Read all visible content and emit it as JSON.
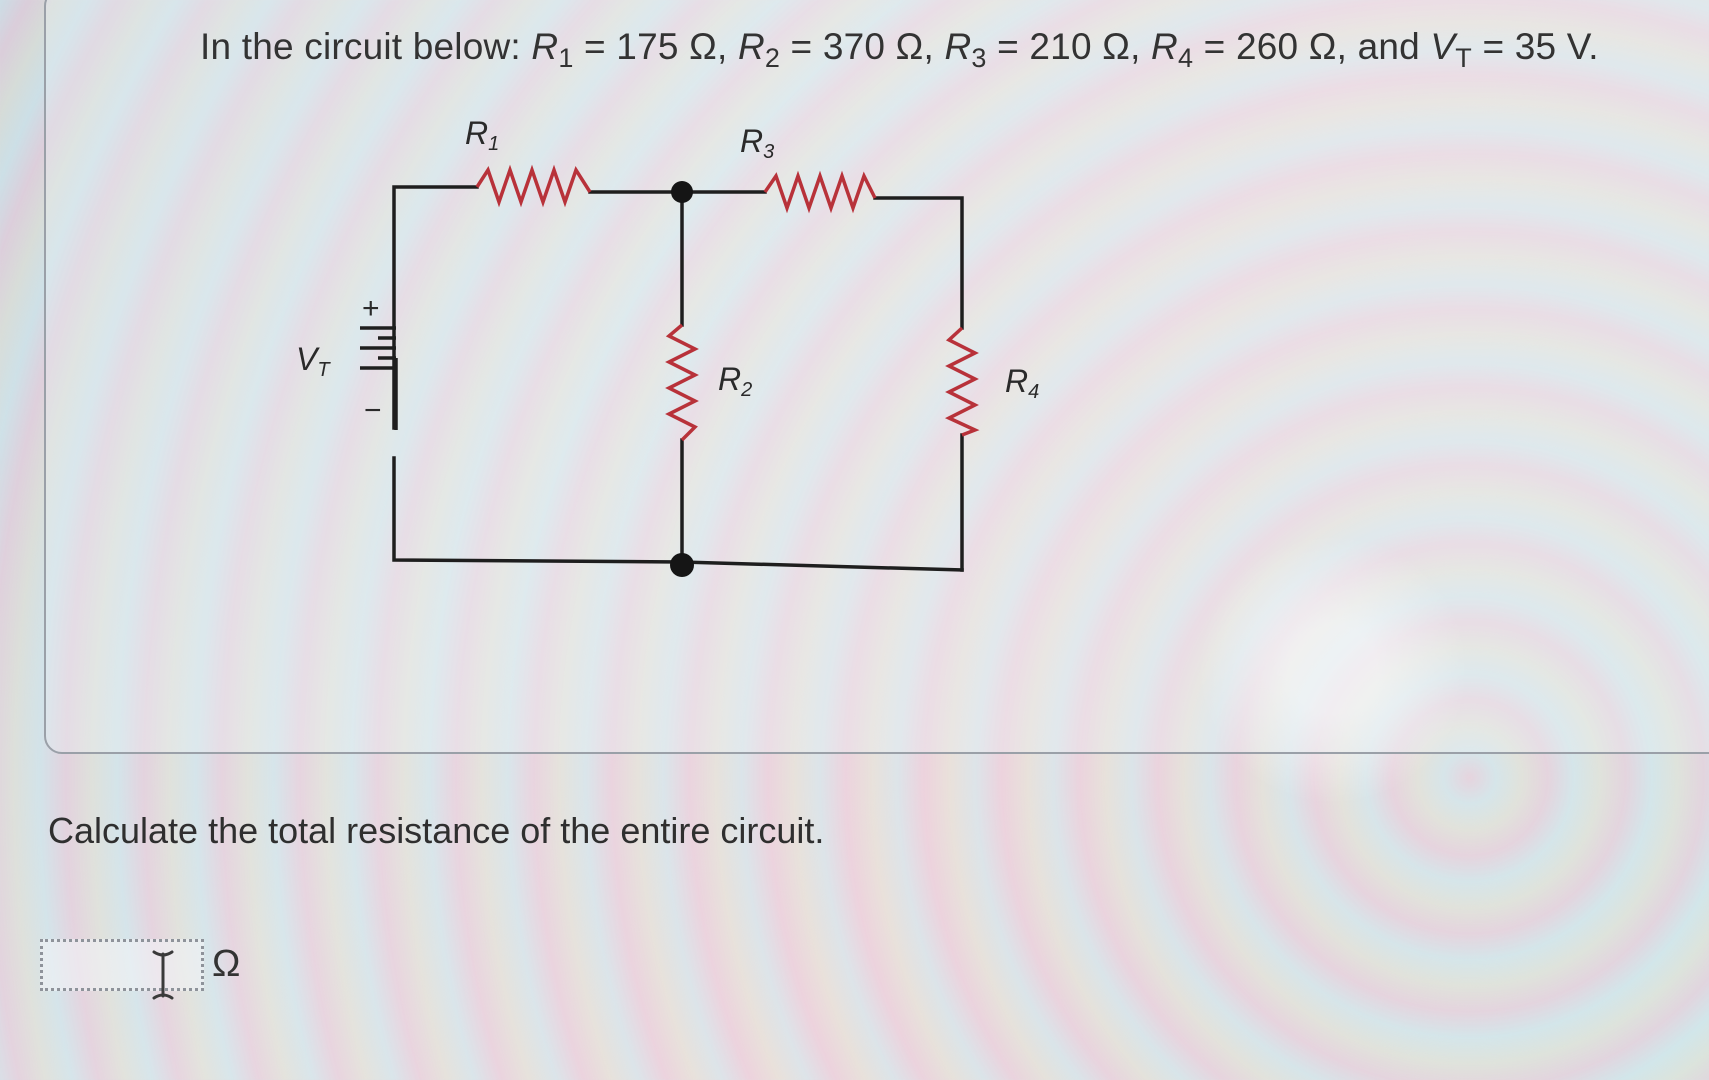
{
  "question": {
    "intro": "In the circuit below: ",
    "values": [
      {
        "symbol": "R",
        "sub": "1",
        "text": " = 175 Ω, "
      },
      {
        "symbol": "R",
        "sub": "2",
        "text": " = 370 Ω, "
      },
      {
        "symbol": "R",
        "sub": "3",
        "text": " = 210 Ω, "
      },
      {
        "symbol": "R",
        "sub": "4",
        "text": " = 260 Ω, and "
      },
      {
        "symbol": "V",
        "sub": "T",
        "text": " = 35 V."
      }
    ]
  },
  "circuit": {
    "labels": {
      "r1": {
        "main": "R",
        "sub": "1"
      },
      "r2": {
        "main": "R",
        "sub": "2"
      },
      "r3": {
        "main": "R",
        "sub": "3"
      },
      "r4": {
        "main": "R",
        "sub": "4"
      },
      "vt": {
        "main": "V",
        "sub": "T"
      },
      "plus": "+",
      "minus": "−"
    },
    "colors": {
      "wire": "#1e1e1e",
      "resistor": "#b8323a",
      "node": "#151515"
    }
  },
  "prompt": "Calculate the total resistance of the entire circuit.",
  "answer": {
    "value": "",
    "unit": "Ω"
  }
}
